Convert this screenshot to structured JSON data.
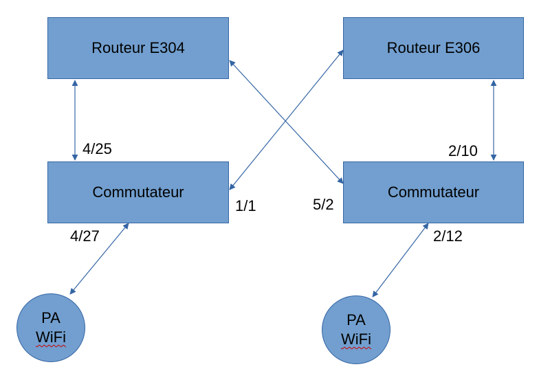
{
  "routers": {
    "left": {
      "label": "Routeur E304"
    },
    "right": {
      "label": "Routeur E306"
    }
  },
  "switches": {
    "left": {
      "label": "Commutateur"
    },
    "right": {
      "label": "Commutateur"
    }
  },
  "access_points": {
    "left": {
      "line1": "PA",
      "line2": "WiFi"
    },
    "right": {
      "line1": "PA",
      "line2": "WiFi"
    }
  },
  "ports": {
    "left_router_switch": "4/25",
    "right_router_switch": "2/10",
    "left_switch_cross": "1/1",
    "right_switch_cross": "5/2",
    "left_switch_ap": "4/27",
    "right_switch_ap": "2/12"
  },
  "colors": {
    "node_fill": "#729fcf",
    "node_border": "#3465a4",
    "link": "#3465a4"
  }
}
